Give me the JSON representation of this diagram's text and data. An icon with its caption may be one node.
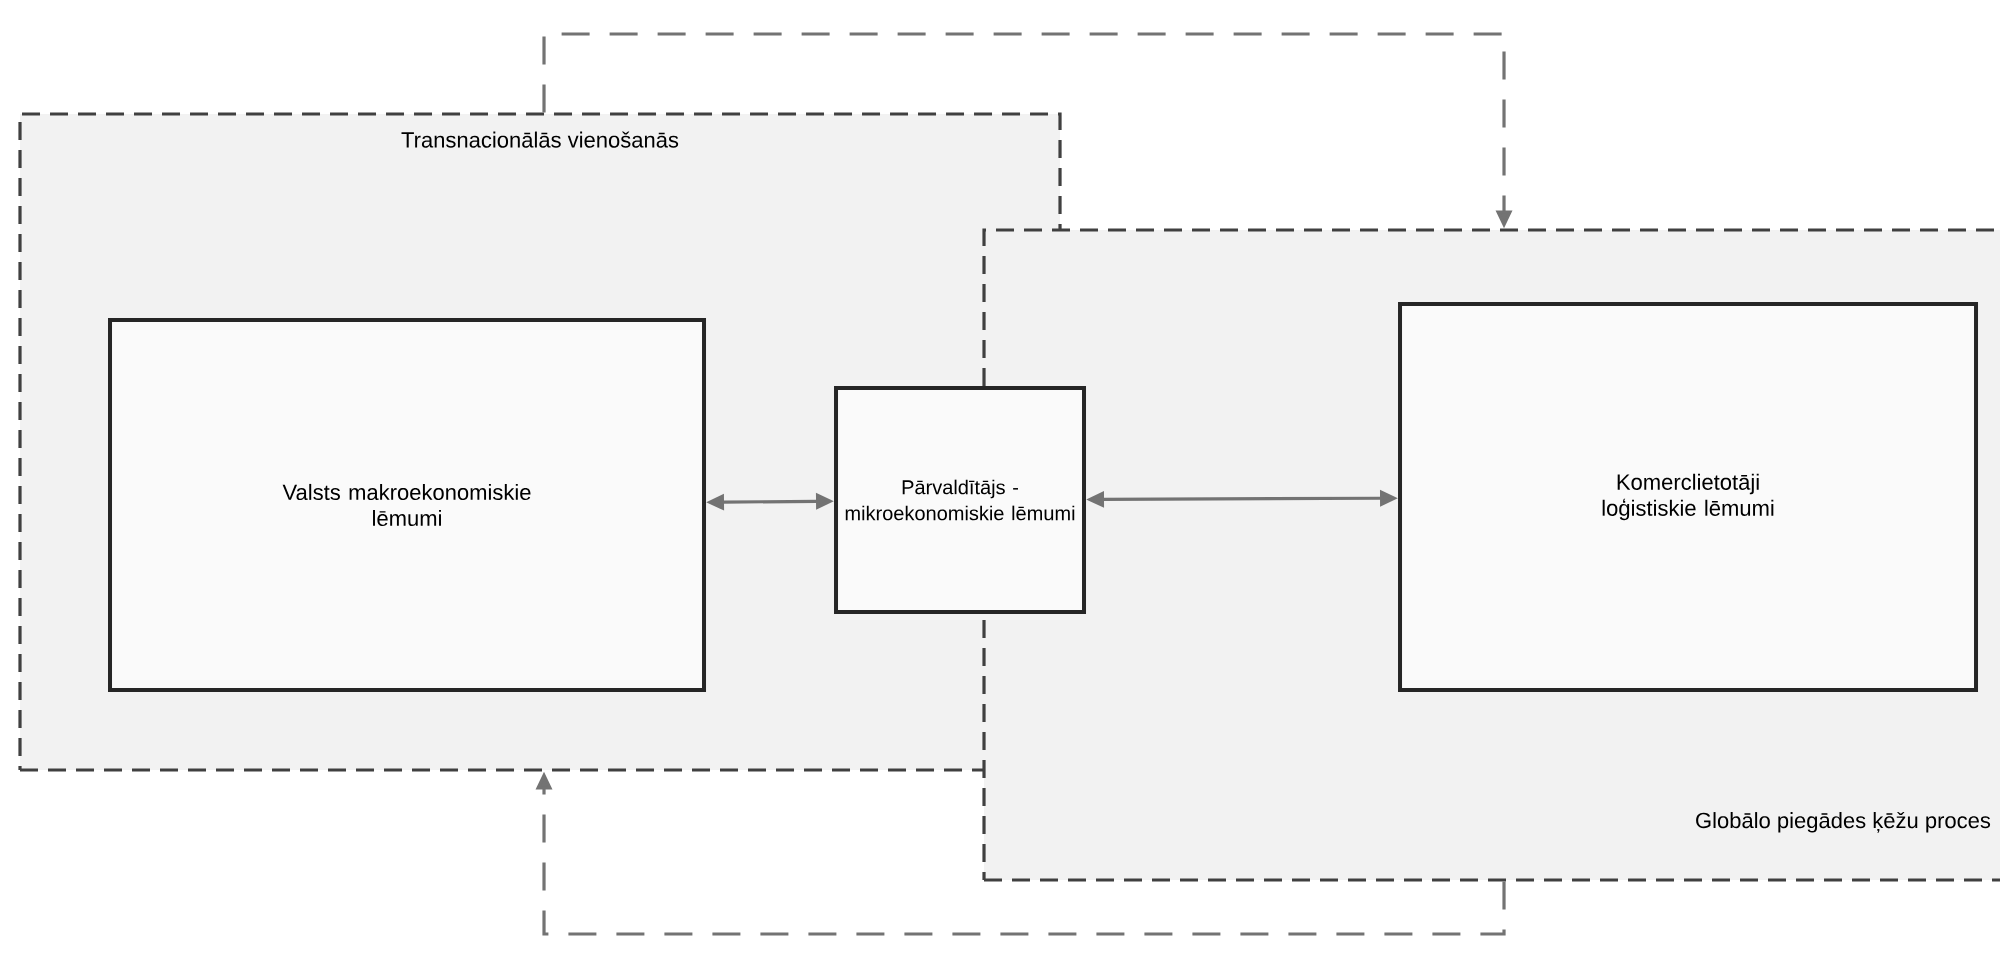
{
  "diagram": {
    "nodes": [
      {
        "text": [
          "Transnacionālās vienošanās"
        ]
      },
      {
        "text": [
          "Globālo piegādes ķēžu proces"
        ]
      },
      {
        "text": [
          "Valsts makroekonomiskie lēmumi"
        ],
        "in": 0
      },
      {
        "text": [
          "Pārvaldītājs - mikroekonomiskie lēmumi"
        ]
      },
      {
        "text": [
          "Komerclietotāji loģistiskie lēmumi"
        ],
        "in": 1
      }
    ],
    "edges": [
      {
        "from": 2,
        "to": 3,
        "arrow": "both"
      },
      {
        "from": 3,
        "to": 4,
        "arrow": "both"
      },
      {
        "from": 0,
        "to": 1,
        "arrow": "to",
        "style": "dashed"
      },
      {
        "from": 1,
        "to": 0,
        "arrow": "to",
        "style": "dashed"
      }
    ]
  }
}
